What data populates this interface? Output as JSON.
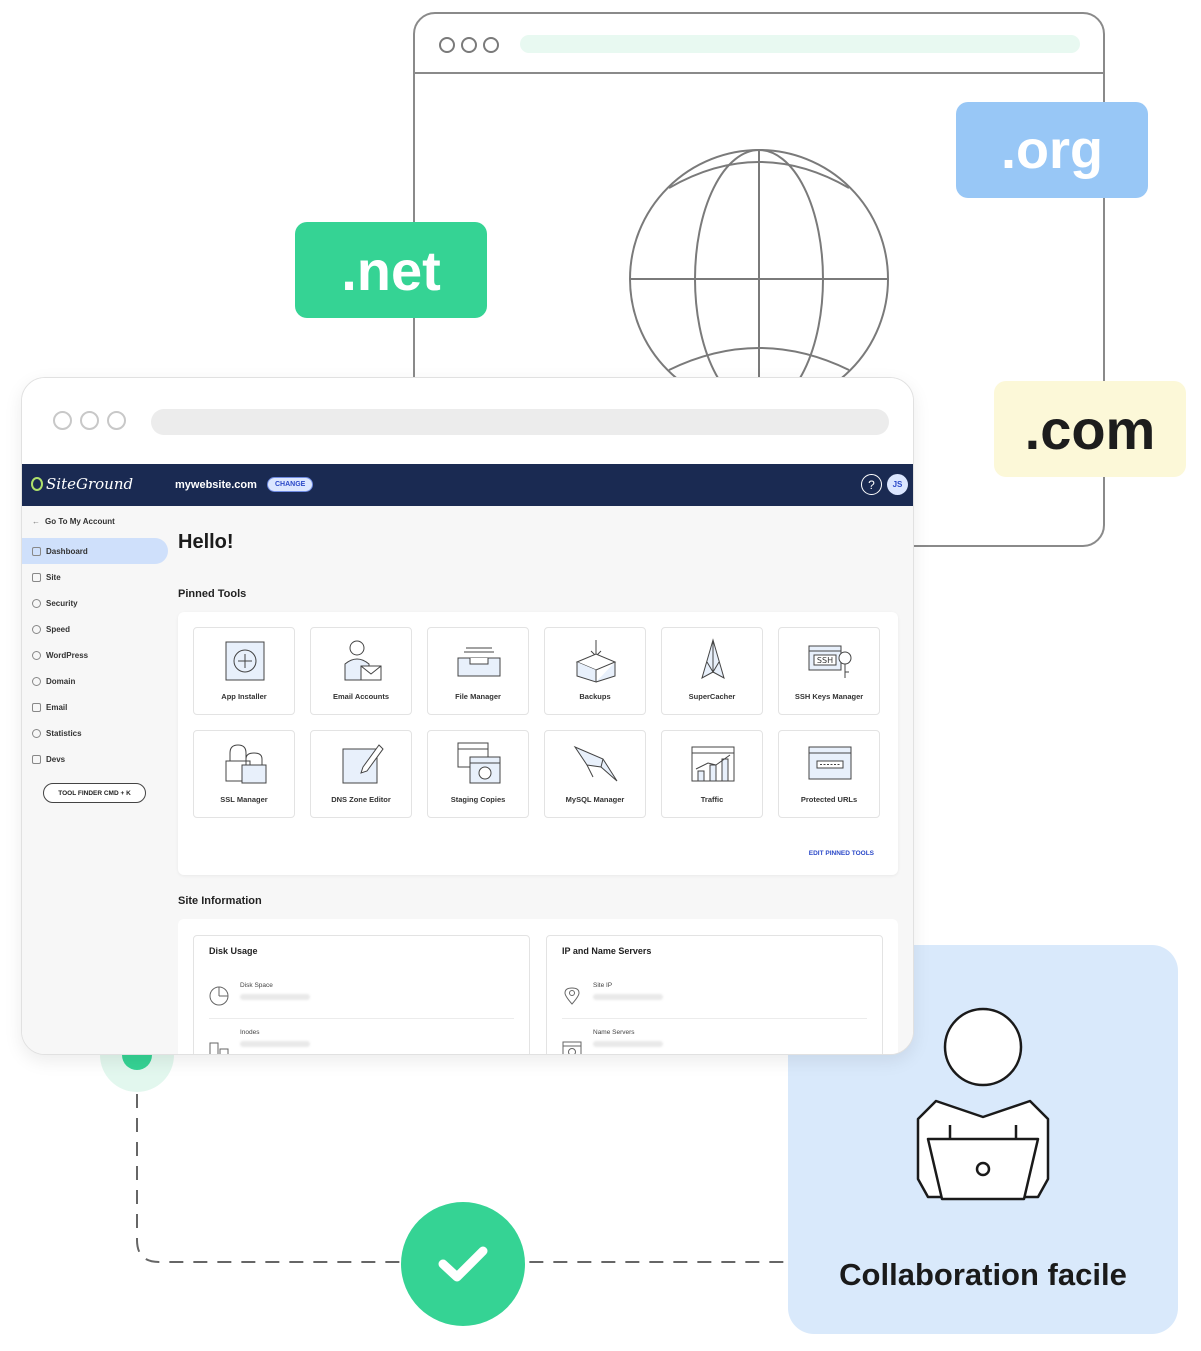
{
  "tags": {
    "net": ".net",
    "org": ".org",
    "com": ".com"
  },
  "collaboration": {
    "title": "Collaboration facile"
  },
  "app": {
    "brand": "SiteGround",
    "site_name": "mywebsite.com",
    "change_label": "CHANGE",
    "help": "?",
    "avatar_initials": "JS"
  },
  "sidebar": {
    "back_link": "Go To My Account",
    "items": [
      {
        "label": "Dashboard",
        "icon": "grid-icon"
      },
      {
        "label": "Site",
        "icon": "site-icon"
      },
      {
        "label": "Security",
        "icon": "lock-icon"
      },
      {
        "label": "Speed",
        "icon": "rocket-icon"
      },
      {
        "label": "WordPress",
        "icon": "wordpress-icon"
      },
      {
        "label": "Domain",
        "icon": "globe-icon"
      },
      {
        "label": "Email",
        "icon": "mail-icon"
      },
      {
        "label": "Statistics",
        "icon": "chart-icon"
      },
      {
        "label": "Devs",
        "icon": "code-icon"
      }
    ],
    "active": "Dashboard",
    "tool_finder": "TOOL FINDER CMD + K"
  },
  "main": {
    "greeting": "Hello!",
    "pinned_title": "Pinned Tools",
    "tools": [
      {
        "label": "App Installer",
        "icon": "app-installer-icon"
      },
      {
        "label": "Email Accounts",
        "icon": "email-accounts-icon"
      },
      {
        "label": "File Manager",
        "icon": "file-manager-icon"
      },
      {
        "label": "Backups",
        "icon": "backups-icon"
      },
      {
        "label": "SuperCacher",
        "icon": "supercacher-icon"
      },
      {
        "label": "SSH Keys Manager",
        "icon": "ssh-keys-icon"
      },
      {
        "label": "SSL Manager",
        "icon": "ssl-lock-icon"
      },
      {
        "label": "DNS Zone Editor",
        "icon": "dns-editor-icon"
      },
      {
        "label": "Staging Copies",
        "icon": "staging-icon"
      },
      {
        "label": "MySQL Manager",
        "icon": "mysql-icon"
      },
      {
        "label": "Traffic",
        "icon": "traffic-icon"
      },
      {
        "label": "Protected URLs",
        "icon": "protected-urls-icon"
      }
    ],
    "ssh_badge": "SSH",
    "edit_pinned": "EDIT PINNED TOOLS",
    "site_info_title": "Site Information",
    "disk_usage": {
      "title": "Disk Usage",
      "disk_space_label": "Disk Space",
      "inodes_label": "Inodes"
    },
    "ip_servers": {
      "title": "IP and Name Servers",
      "site_ip_label": "Site IP",
      "name_servers_label": "Name Servers"
    }
  }
}
